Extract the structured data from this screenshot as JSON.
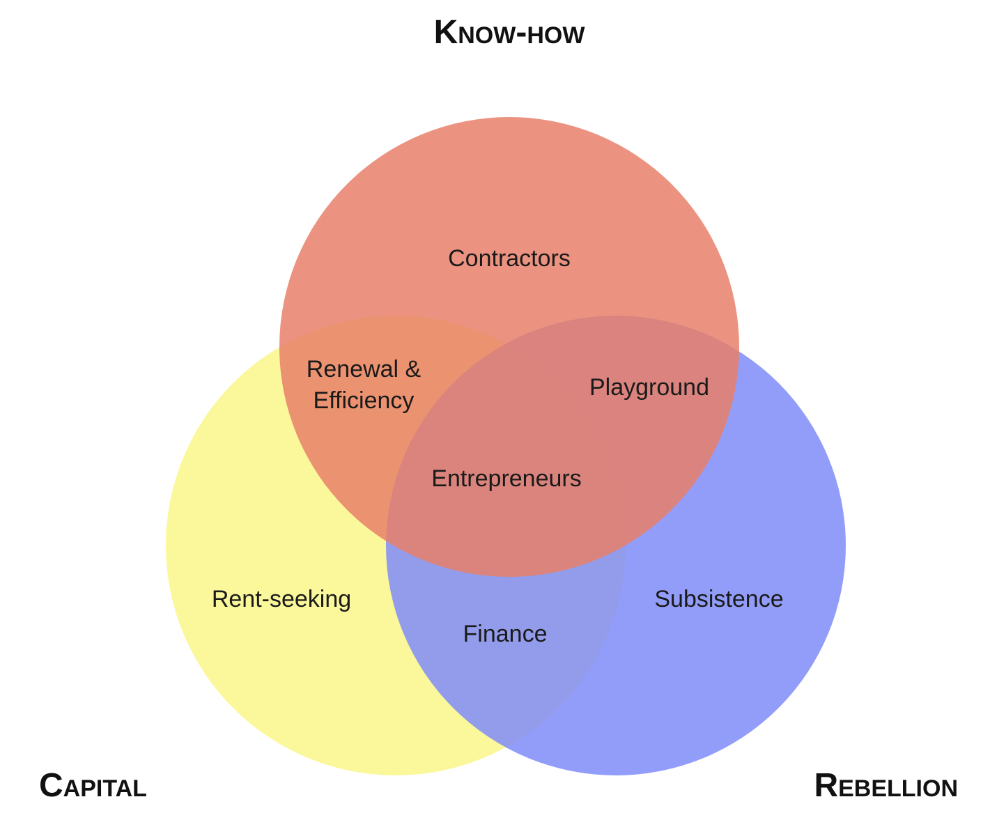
{
  "sets": {
    "know_how": {
      "title": "Know-how",
      "color": "#e8806a"
    },
    "capital": {
      "title": "Capital",
      "color": "#f9f67a"
    },
    "rebellion": {
      "title": "Rebellion",
      "color": "#7f8cf8"
    }
  },
  "regions": {
    "know_how_only": "Contractors",
    "capital_only": "Rent-seeking",
    "rebellion_only": "Subsistence",
    "know_how_capital_line1": "Renewal &",
    "know_how_capital_line2": "Efficiency",
    "know_how_rebellion": "Playground",
    "capital_rebellion": "Finance",
    "all_three": "Entrepreneurs"
  }
}
